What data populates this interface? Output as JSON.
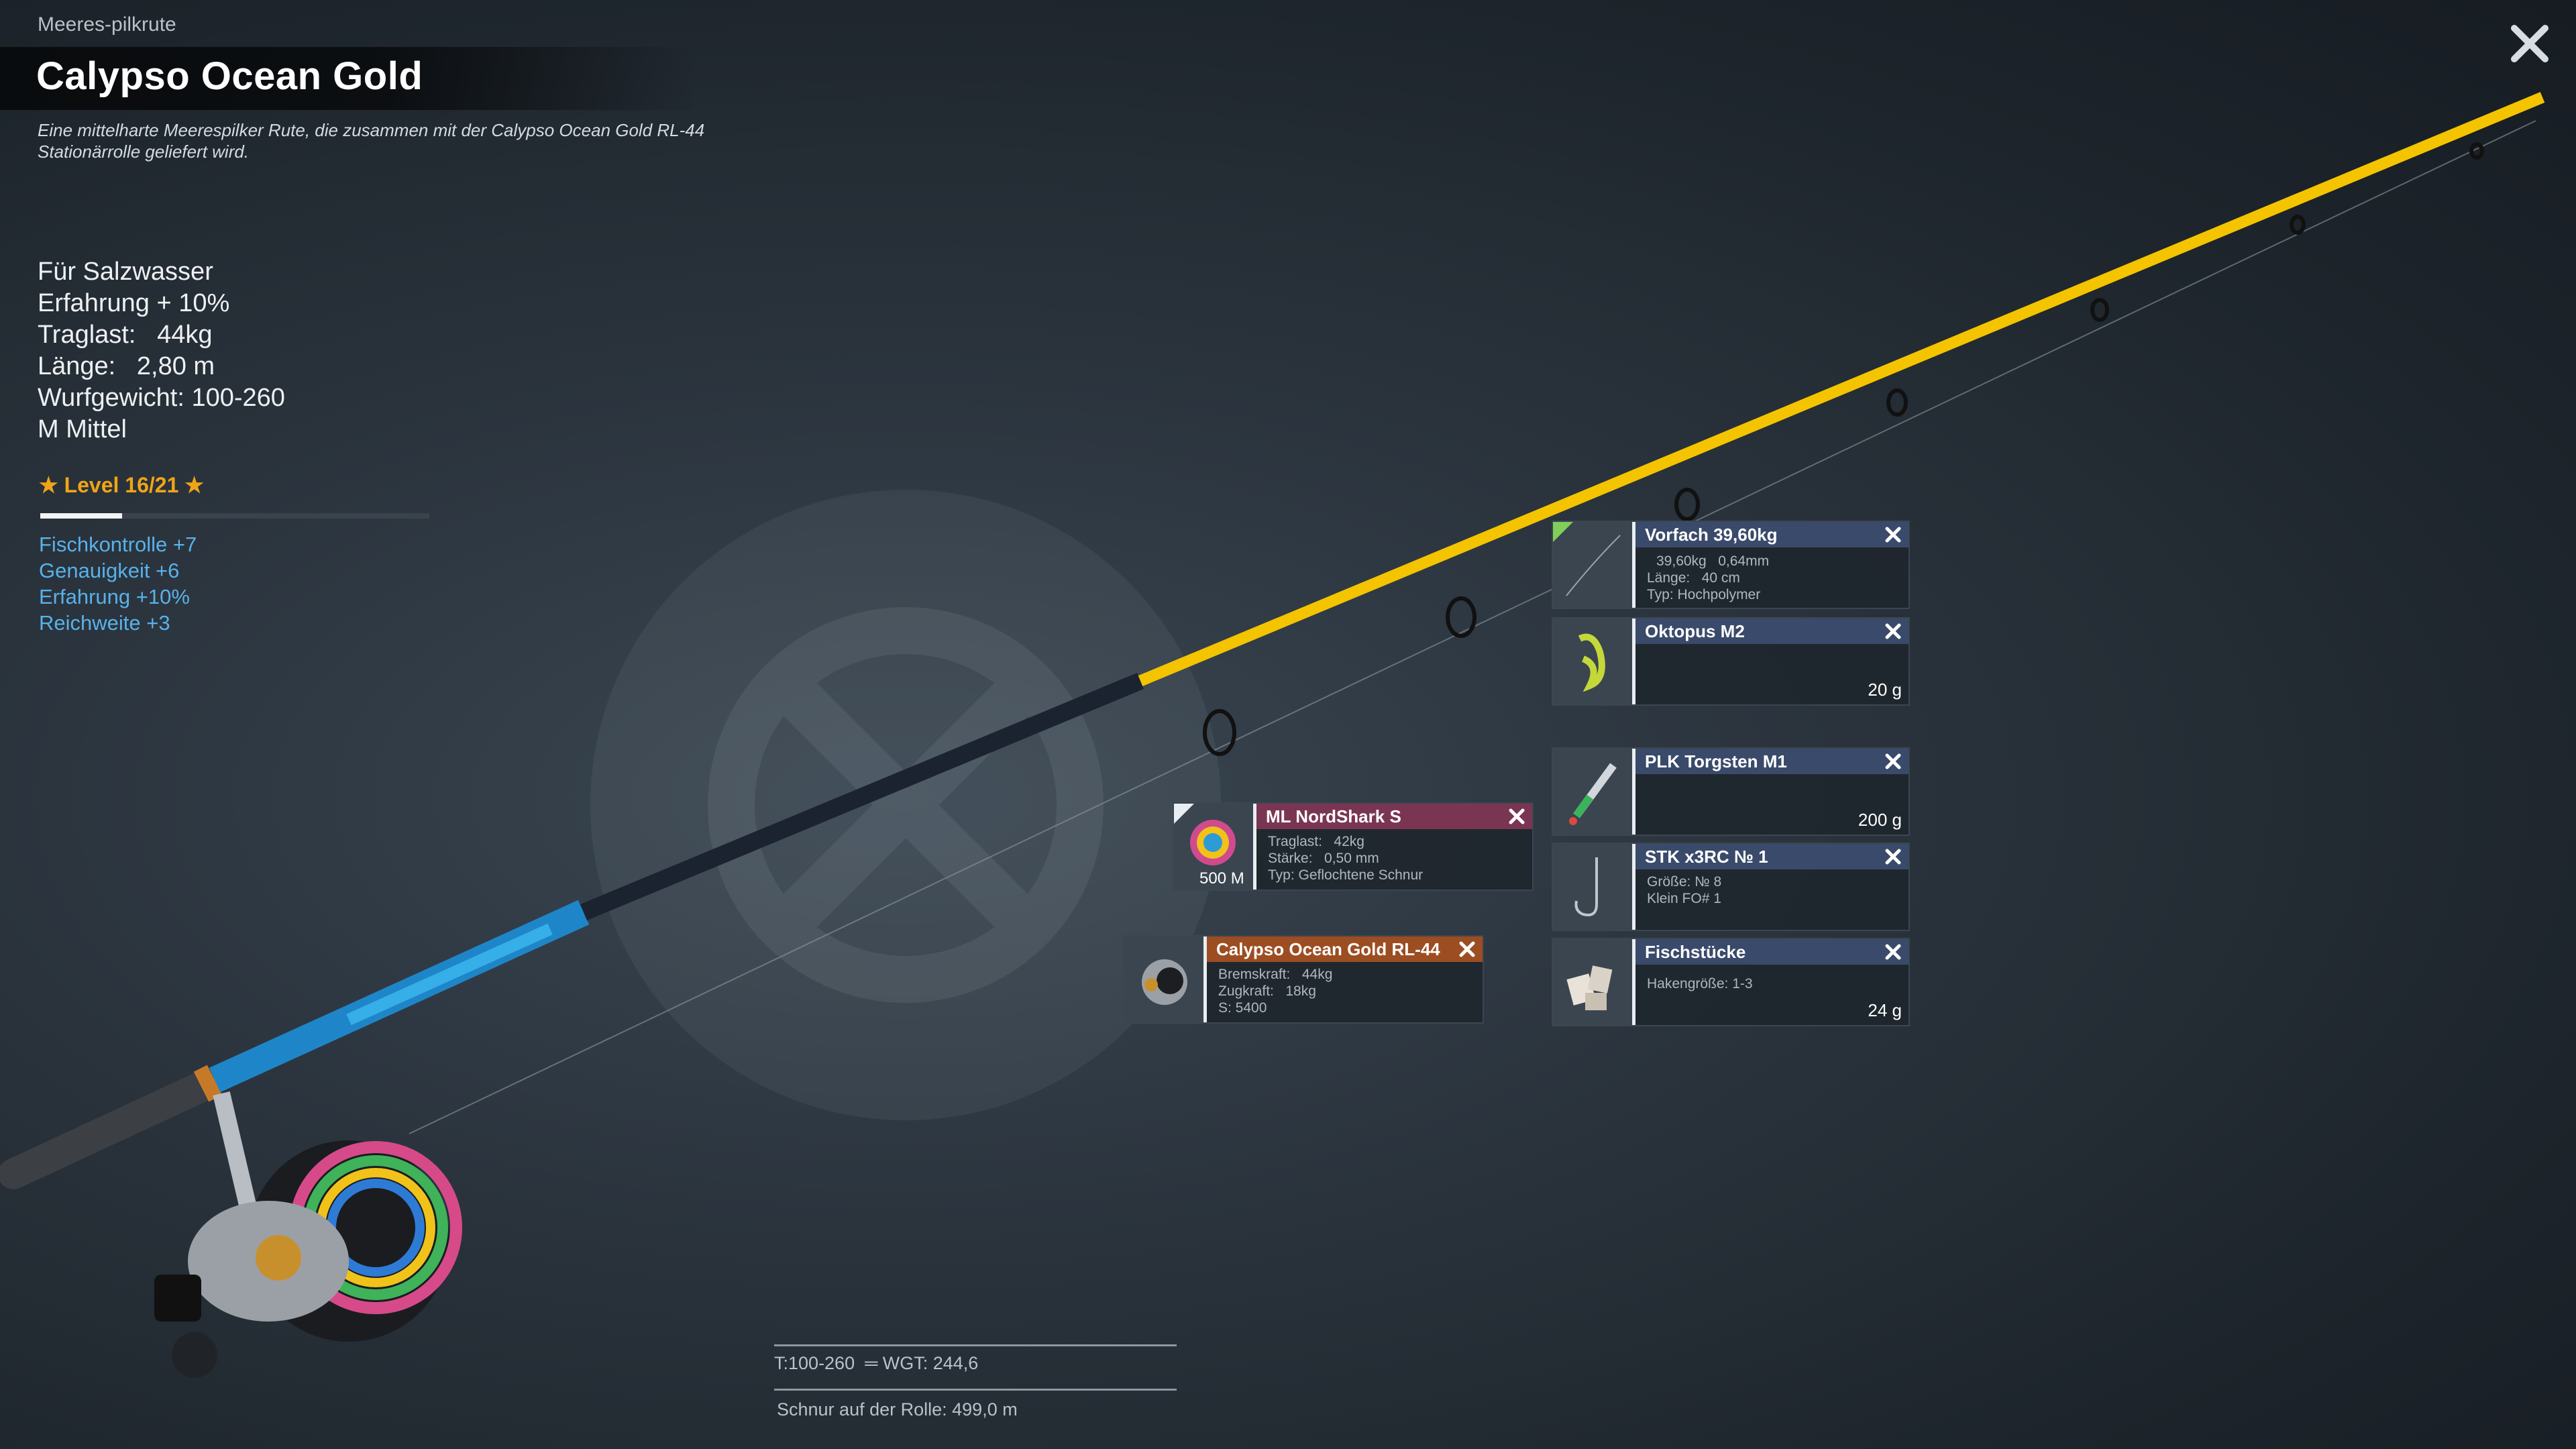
{
  "header": {
    "category": "Meeres-pilkrute",
    "title": "Calypso Ocean Gold",
    "description": "Eine mittelharte Meerespilker Rute, die zusammen mit der Calypso Ocean Gold RL-44 Stationärrolle geliefert wird."
  },
  "stats": {
    "line1": "Für Salzwasser",
    "line2": "Erfahrung + 10%",
    "line3": "Traglast:   44kg",
    "line4": "Länge:   2,80 m",
    "line5": "Wurfgewicht: 100-260",
    "line6": "M Mittel"
  },
  "level": {
    "label": "★ Level 16/21 ★",
    "progress": 0.21
  },
  "bonuses": [
    "Fischkontrolle +7",
    "Genauigkeit +6",
    "Erfahrung +10%",
    "Reichweite +3"
  ],
  "cards": {
    "leader": {
      "title": "Vorfach  39,60kg",
      "line1": "39,60kg   0,64mm",
      "line2": "Länge:   40 cm",
      "line3": "Typ: Hochpolymer"
    },
    "lure": {
      "title": "Oktopus M2",
      "weight": "20 g"
    },
    "sinker": {
      "title": "PLK Torgsten M1",
      "weight": "200 g"
    },
    "hook": {
      "title": "STK x3RC № 1",
      "line1": "Größe: № 8",
      "line2": "Klein FO# 1"
    },
    "bait": {
      "title": "Fischstücke",
      "line1": "Hakengröße: 1-3",
      "weight": "24 g"
    },
    "line": {
      "title": "ML NordShark S",
      "amount": "500 M",
      "line1": "Traglast:   42kg",
      "line2": "Stärke:   0,50 mm",
      "line3": "Typ: Geflochtene Schnur"
    },
    "reel": {
      "title": "Calypso Ocean Gold RL-44",
      "line1": "Bremskraft:   44kg",
      "line2": "Zugkraft:   18kg",
      "line3": "S: 5400"
    }
  },
  "footer": {
    "weights": "T:100-260  ═ WGT: 244,6",
    "line_on_reel": "Schnur auf der Rolle: 499,0 m"
  },
  "colors": {
    "accent_orange": "#f0a418",
    "bonus_blue": "#59b1ea",
    "rod_yellow": "#f4c400"
  }
}
